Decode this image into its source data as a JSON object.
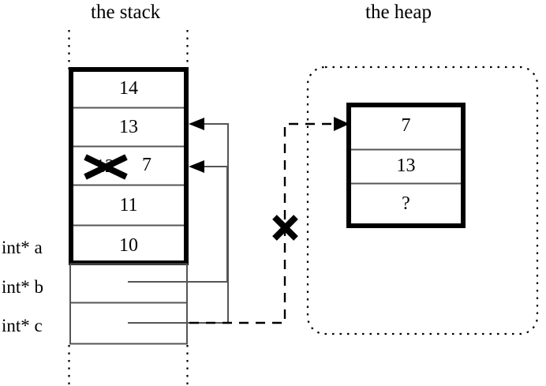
{
  "diagram": {
    "type": "memory-diagram",
    "colors": {
      "ink": "#000000",
      "background": "#ffffff",
      "thin_line": "#444444"
    },
    "stack": {
      "title": "the stack",
      "cells": [
        {
          "value": "14"
        },
        {
          "value": "13"
        },
        {
          "value": "12",
          "crossed_out": true,
          "replacement": "7"
        },
        {
          "value": "11"
        },
        {
          "value": "10"
        }
      ],
      "pointer_vars": [
        {
          "label": "int* a"
        },
        {
          "label": "int* b"
        },
        {
          "label": "int* c"
        }
      ]
    },
    "heap": {
      "title": "the heap",
      "cells": [
        {
          "value": "7"
        },
        {
          "value": "13"
        },
        {
          "value": "?"
        }
      ]
    },
    "annotations": {
      "crossed_link_marker": "✕",
      "crossed_cell_marker": "✕"
    },
    "arrows": [
      {
        "name": "b-to-stack-cell-13",
        "style": "solid",
        "from": "int* b",
        "to": "stack-cell-13"
      },
      {
        "name": "c-to-stack-cell-12",
        "style": "solid",
        "from": "int* c",
        "to": "stack-cell-12"
      },
      {
        "name": "c-to-heap-block",
        "style": "dashed",
        "from": "int* c",
        "to": "heap-block",
        "invalidated": true
      }
    ]
  }
}
